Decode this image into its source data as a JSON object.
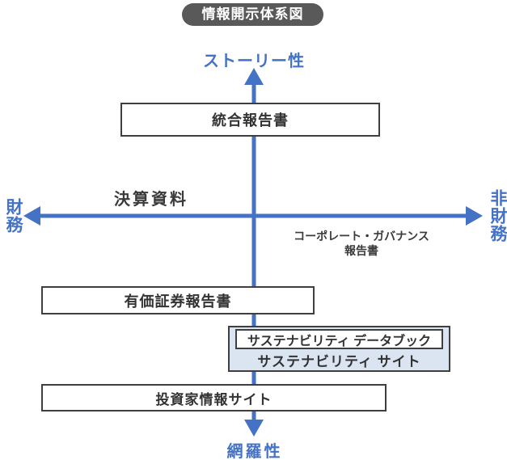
{
  "diagram": {
    "title": "情報開示体系図",
    "axes": {
      "top": "ストーリー性",
      "bottom": "網羅性",
      "left": "財務",
      "right": "非財務"
    },
    "items": {
      "integrated_report": "統合報告書",
      "financial_results": "決算資料",
      "governance_report_line1": "コーポレート・ガバナンス",
      "governance_report_line2": "報告書",
      "securities_report": "有価証券報告書",
      "sustainability_databook": "サステナビリティ データブック",
      "sustainability_site": "サステナビリティ サイト",
      "investor_site": "投資家情報サイト"
    },
    "colors": {
      "axis_blue": "#4472C4",
      "title_background": "#595959",
      "title_text": "#FFFFFF",
      "box_border": "#3F3F3F",
      "box_text": "#333333",
      "sustainability_fill": "#DBE5F1",
      "background": "#FFFFFF"
    }
  }
}
